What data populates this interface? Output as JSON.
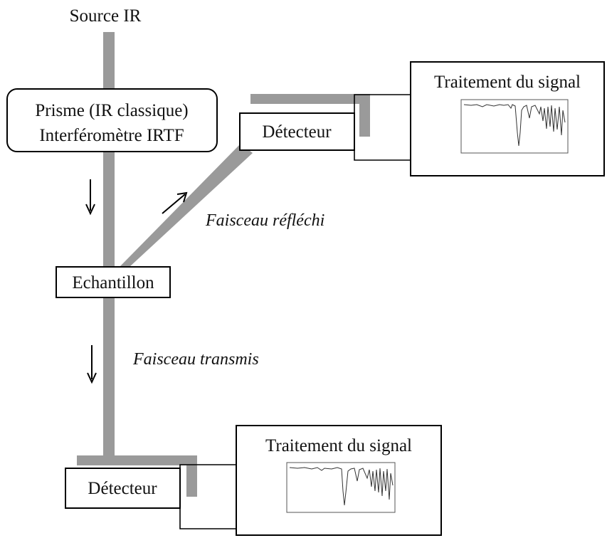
{
  "labels": {
    "source": "Source IR",
    "prism_line1": "Prisme (IR classique)",
    "prism_line2": "Interféromètre IRTF",
    "sample": "Echantillon",
    "reflected_beam": "Faisceau réfléchi",
    "transmitted_beam": "Faisceau transmis",
    "detector_top": "Détecteur",
    "detector_bottom": "Détecteur",
    "processing_top": "Traitement du signal",
    "processing_bottom": "Traitement du signal"
  },
  "colors": {
    "beam": "#9a9a9a",
    "outline": "#000000",
    "text": "#111111"
  },
  "icons": {
    "spectrum": "ir-spectrum-thumbnail",
    "arrow": "direction-arrow"
  }
}
